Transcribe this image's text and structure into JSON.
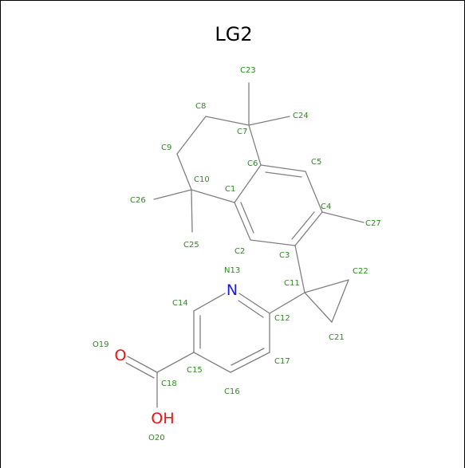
{
  "title": "LG2",
  "colors": {
    "bond": "#808080",
    "label": "#2e8b22",
    "nitrogen": "#1a1aee",
    "oxygen": "#ee1111",
    "border": "#000000"
  },
  "hetero_atoms": {
    "nitrogen": "N",
    "oxygen_carbonyl": "O",
    "hydroxyl": "OH"
  },
  "atom_labels": {
    "C1": "C1",
    "C2": "C2",
    "C3": "C3",
    "C4": "C4",
    "C5": "C5",
    "C6": "C6",
    "C7": "C7",
    "C8": "C8",
    "C9": "C9",
    "C10": "C10",
    "C11": "C11",
    "C12": "C12",
    "N13": "N13",
    "C14": "C14",
    "C15": "C15",
    "C16": "C16",
    "C17": "C17",
    "C18": "C18",
    "O19": "O19",
    "O20": "O20",
    "C21": "C21",
    "C22": "C22",
    "C23": "C23",
    "C24": "C24",
    "C25": "C25",
    "C26": "C26",
    "C27": "C27"
  }
}
